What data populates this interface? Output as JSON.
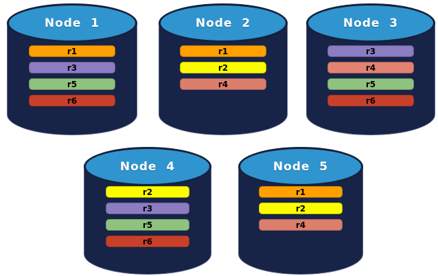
{
  "colors": {
    "background": "#FFFFFF",
    "cylinder_body": "#172347",
    "cylinder_edge_highlight": "#919BB9",
    "cap_fill": "#3094CF",
    "cap_border": "#15213C",
    "title_text": "#FFFFFF",
    "bar_text": "#000000"
  },
  "replica_palette": {
    "r1": "#FFA000",
    "r2": "#FCFC00",
    "r3": "#8C7CC2",
    "r4": "#DB7E6C",
    "r5": "#8FC27E",
    "r6": "#C8402A"
  },
  "nodes": [
    {
      "title": "Node  1",
      "replicas": [
        {
          "id": "r1",
          "color": "#FFA000"
        },
        {
          "id": "r3",
          "color": "#8C7CC2"
        },
        {
          "id": "r5",
          "color": "#8FC27E"
        },
        {
          "id": "r6",
          "color": "#C8402A"
        }
      ]
    },
    {
      "title": "Node  2",
      "replicas": [
        {
          "id": "r1",
          "color": "#FFA000"
        },
        {
          "id": "r2",
          "color": "#FCFC00"
        },
        {
          "id": "r4",
          "color": "#DB7E6C"
        }
      ]
    },
    {
      "title": "Node  3",
      "replicas": [
        {
          "id": "r3",
          "color": "#8C7CC2"
        },
        {
          "id": "r4",
          "color": "#E28270"
        },
        {
          "id": "r5",
          "color": "#8FC27E"
        },
        {
          "id": "r6",
          "color": "#C8402A"
        }
      ]
    },
    {
      "title": "Node  4",
      "replicas": [
        {
          "id": "r2",
          "color": "#FCFC00"
        },
        {
          "id": "r3",
          "color": "#8C7CC2"
        },
        {
          "id": "r5",
          "color": "#8FC27E"
        },
        {
          "id": "r6",
          "color": "#C8402A"
        }
      ]
    },
    {
      "title": "Node  5",
      "replicas": [
        {
          "id": "r1",
          "color": "#FFA000"
        },
        {
          "id": "r2",
          "color": "#FCFC00"
        },
        {
          "id": "r4",
          "color": "#DB7E6C"
        }
      ]
    }
  ]
}
